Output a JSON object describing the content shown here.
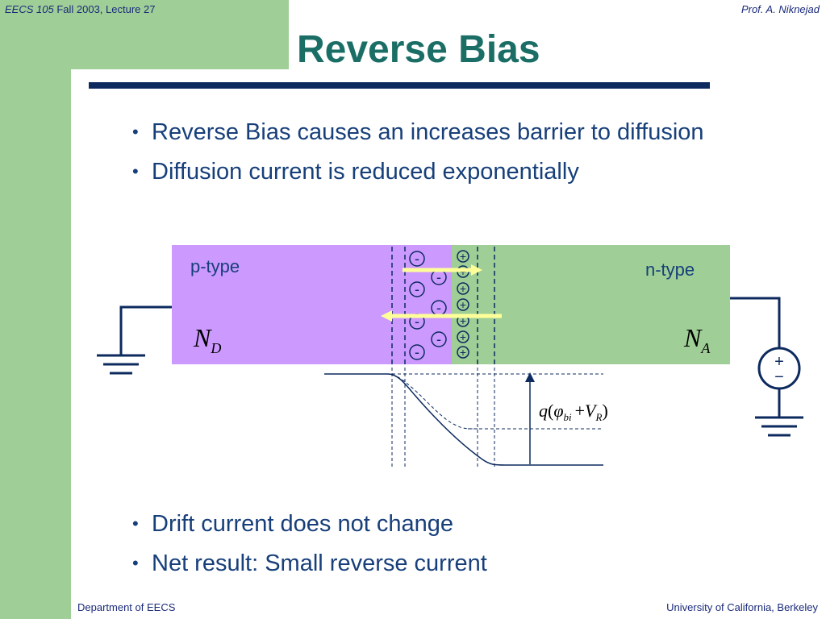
{
  "header": {
    "course": "EECS 105",
    "term": "Fall 2003, Lecture 27",
    "author": "Prof. A. Niknejad"
  },
  "title": "Reverse Bias",
  "bullets_top": [
    "Reverse Bias causes an increases barrier to diffusion",
    "Diffusion current is reduced exponentially"
  ],
  "bullets_bottom": [
    "Drift current does not change",
    "Net result:  Small reverse current"
  ],
  "diagram": {
    "p_label": "p-type",
    "n_label": "n-type",
    "nd_symbol": "N",
    "nd_sub": "D",
    "na_symbol": "N",
    "na_sub": "A",
    "minus_sign": "-",
    "plus_sign": "+",
    "source_plus": "+",
    "source_minus": "−",
    "barrier_label": {
      "q": "q",
      "open": "(",
      "phi": "φ",
      "phi_sub": "bi",
      "plus": "+",
      "v": "V",
      "v_sub": "R",
      "close": ")"
    },
    "colors": {
      "p_region": "#cc99ff",
      "n_region": "#9fcf96",
      "wire": "#0c2a5e",
      "arrow": "#ffff99"
    }
  },
  "footer": {
    "left": "Department of EECS",
    "right": "University of California, Berkeley"
  }
}
